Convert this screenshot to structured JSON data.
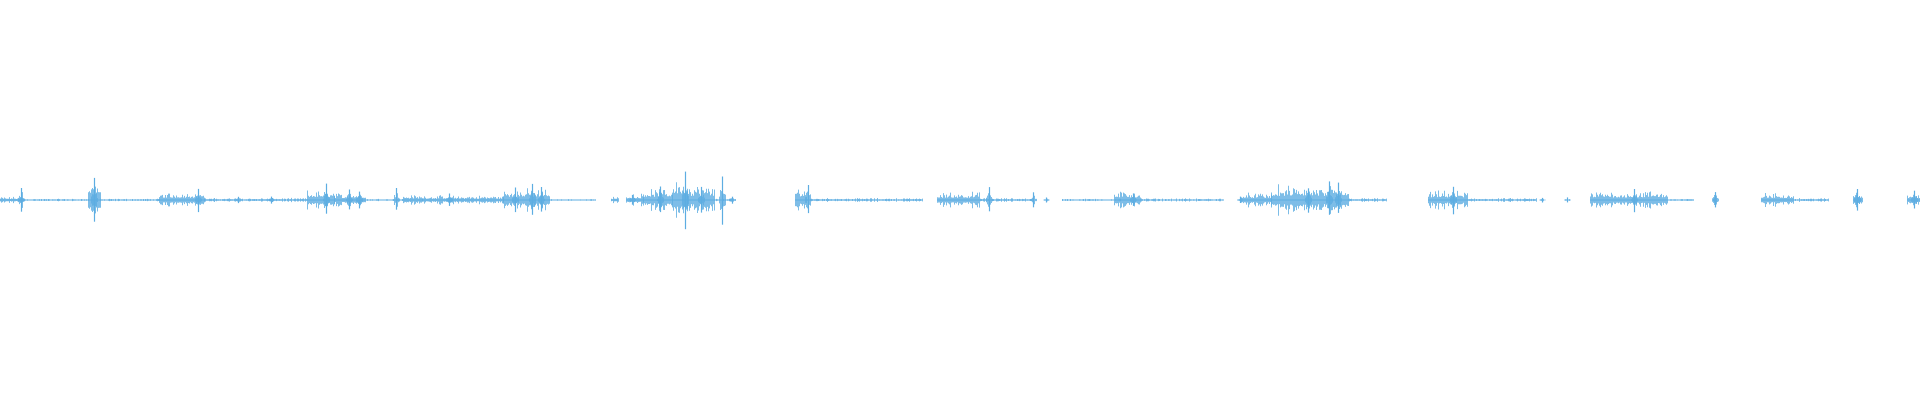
{
  "waveform": {
    "color": "#5dade2",
    "background": "#ffffff",
    "description": "",
    "segments": [
      {
        "start": 0.0,
        "end": 0.012,
        "level": 0.1
      },
      {
        "start": 0.012,
        "end": 0.046,
        "level": 0.04
      },
      {
        "start": 0.046,
        "end": 0.052,
        "level": 0.55
      },
      {
        "start": 0.052,
        "end": 0.083,
        "level": 0.04
      },
      {
        "start": 0.083,
        "end": 0.106,
        "level": 0.25
      },
      {
        "start": 0.106,
        "end": 0.16,
        "level": 0.06
      },
      {
        "start": 0.16,
        "end": 0.174,
        "level": 0.3
      },
      {
        "start": 0.174,
        "end": 0.19,
        "level": 0.22
      },
      {
        "start": 0.19,
        "end": 0.21,
        "level": 0.04
      },
      {
        "start": 0.21,
        "end": 0.22,
        "level": 0.16
      },
      {
        "start": 0.22,
        "end": 0.262,
        "level": 0.14
      },
      {
        "start": 0.262,
        "end": 0.286,
        "level": 0.35
      },
      {
        "start": 0.286,
        "end": 0.31,
        "level": 0.03
      },
      {
        "start": 0.318,
        "end": 0.322,
        "level": 0.1
      },
      {
        "start": 0.326,
        "end": 0.335,
        "level": 0.2
      },
      {
        "start": 0.335,
        "end": 0.35,
        "level": 0.35
      },
      {
        "start": 0.35,
        "end": 0.358,
        "level": 0.7
      },
      {
        "start": 0.358,
        "end": 0.372,
        "level": 0.45
      },
      {
        "start": 0.372,
        "end": 0.383,
        "level": 0.04
      },
      {
        "start": 0.414,
        "end": 0.42,
        "level": 0.4
      },
      {
        "start": 0.42,
        "end": 0.48,
        "level": 0.06
      },
      {
        "start": 0.488,
        "end": 0.51,
        "level": 0.25
      },
      {
        "start": 0.51,
        "end": 0.538,
        "level": 0.06
      },
      {
        "start": 0.553,
        "end": 0.585,
        "level": 0.04
      },
      {
        "start": 0.58,
        "end": 0.594,
        "level": 0.28
      },
      {
        "start": 0.594,
        "end": 0.637,
        "level": 0.05
      },
      {
        "start": 0.646,
        "end": 0.662,
        "level": 0.22
      },
      {
        "start": 0.662,
        "end": 0.702,
        "level": 0.45
      },
      {
        "start": 0.702,
        "end": 0.722,
        "level": 0.06
      },
      {
        "start": 0.744,
        "end": 0.764,
        "level": 0.28
      },
      {
        "start": 0.764,
        "end": 0.8,
        "level": 0.06
      },
      {
        "start": 0.828,
        "end": 0.868,
        "level": 0.28
      },
      {
        "start": 0.868,
        "end": 0.882,
        "level": 0.04
      },
      {
        "start": 0.892,
        "end": 0.894,
        "level": 0.18
      },
      {
        "start": 0.917,
        "end": 0.934,
        "level": 0.22
      },
      {
        "start": 0.934,
        "end": 0.952,
        "level": 0.06
      },
      {
        "start": 0.965,
        "end": 0.97,
        "level": 0.22
      },
      {
        "start": 0.993,
        "end": 1.0,
        "level": 0.2
      }
    ],
    "spikes": [
      {
        "pos": 0.011,
        "level": 0.45
      },
      {
        "pos": 0.049,
        "level": 0.8
      },
      {
        "pos": 0.103,
        "level": 0.4
      },
      {
        "pos": 0.124,
        "level": 0.12
      },
      {
        "pos": 0.141,
        "level": 0.12
      },
      {
        "pos": 0.17,
        "level": 0.55
      },
      {
        "pos": 0.182,
        "level": 0.38
      },
      {
        "pos": 0.187,
        "level": 0.3
      },
      {
        "pos": 0.206,
        "level": 0.4
      },
      {
        "pos": 0.234,
        "level": 0.22
      },
      {
        "pos": 0.268,
        "level": 0.4
      },
      {
        "pos": 0.277,
        "level": 0.6
      },
      {
        "pos": 0.282,
        "level": 0.45
      },
      {
        "pos": 0.329,
        "level": 0.18
      },
      {
        "pos": 0.344,
        "level": 0.45
      },
      {
        "pos": 0.357,
        "level": 0.95
      },
      {
        "pos": 0.365,
        "level": 0.45
      },
      {
        "pos": 0.376,
        "level": 0.9
      },
      {
        "pos": 0.381,
        "level": 0.12
      },
      {
        "pos": 0.421,
        "level": 0.55
      },
      {
        "pos": 0.515,
        "level": 0.45
      },
      {
        "pos": 0.538,
        "level": 0.25
      },
      {
        "pos": 0.545,
        "level": 0.08
      },
      {
        "pos": 0.59,
        "level": 0.25
      },
      {
        "pos": 0.646,
        "level": 0.12
      },
      {
        "pos": 0.681,
        "level": 0.4
      },
      {
        "pos": 0.692,
        "level": 0.6
      },
      {
        "pos": 0.697,
        "level": 0.55
      },
      {
        "pos": 0.757,
        "level": 0.45
      },
      {
        "pos": 0.803,
        "level": 0.08
      },
      {
        "pos": 0.816,
        "level": 0.08
      },
      {
        "pos": 0.851,
        "level": 0.4
      },
      {
        "pos": 0.893,
        "level": 0.3
      },
      {
        "pos": 0.967,
        "level": 0.4
      },
      {
        "pos": 0.997,
        "level": 0.3
      }
    ]
  }
}
